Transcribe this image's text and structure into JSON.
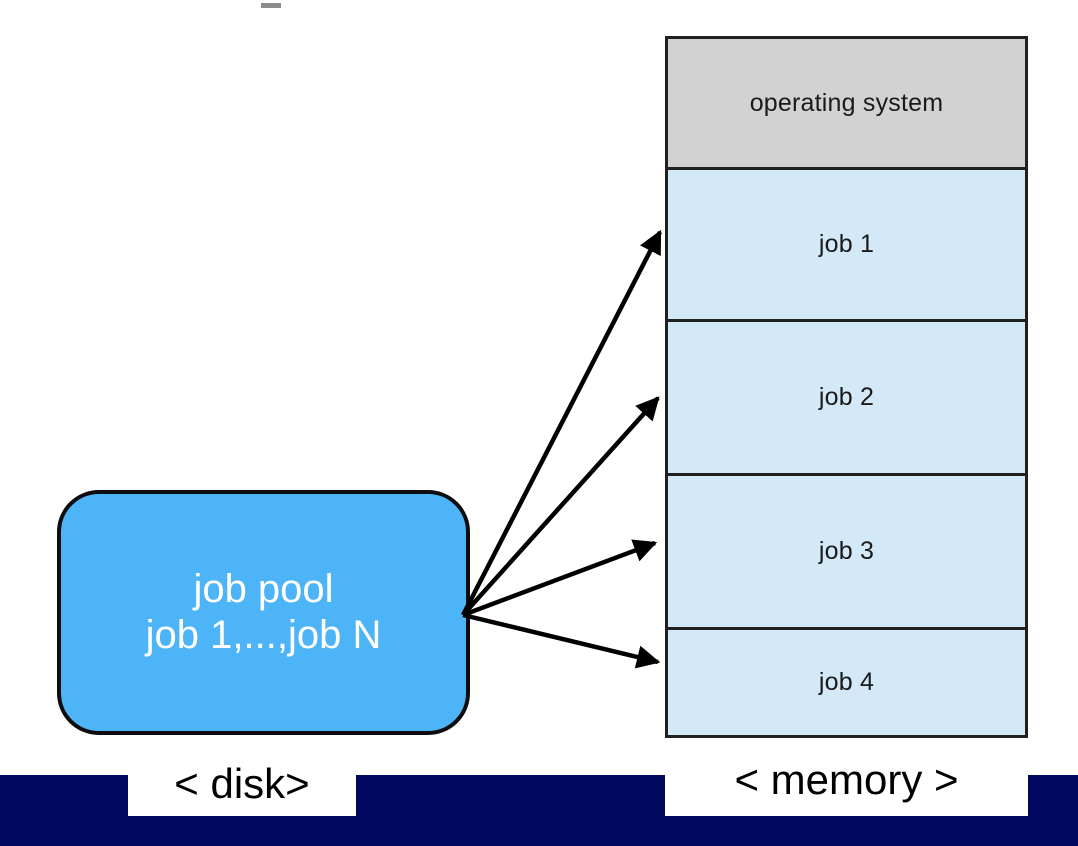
{
  "diagram": {
    "title_artifact": "",
    "memory": {
      "label": "< memory >",
      "blocks": [
        {
          "name": "operating-system",
          "label": "operating system",
          "fill": "#d2d2d2"
        },
        {
          "name": "job-1",
          "label": "job 1",
          "fill": "#d4e9f7"
        },
        {
          "name": "job-2",
          "label": "job 2",
          "fill": "#d4e9f7"
        },
        {
          "name": "job-3",
          "label": "job 3",
          "fill": "#d4e9f7"
        },
        {
          "name": "job-4",
          "label": "job 4",
          "fill": "#d4e9f7"
        }
      ]
    },
    "disk": {
      "label": "< disk>",
      "pool": {
        "line1": "job pool",
        "line2": "job 1,...,job N",
        "fill": "#4db4f7",
        "text_color": "#ffffff"
      }
    },
    "arrows": {
      "count": 4,
      "origin": "job-pool-right-edge",
      "targets": [
        "job 1",
        "job 2",
        "job 3",
        "job 4"
      ],
      "color": "#000000"
    },
    "colors": {
      "band": "#000860",
      "memory_border": "#202020",
      "os_fill": "#d2d2d2",
      "job_fill": "#d4e9f7",
      "pool_fill": "#4db4f7"
    }
  }
}
